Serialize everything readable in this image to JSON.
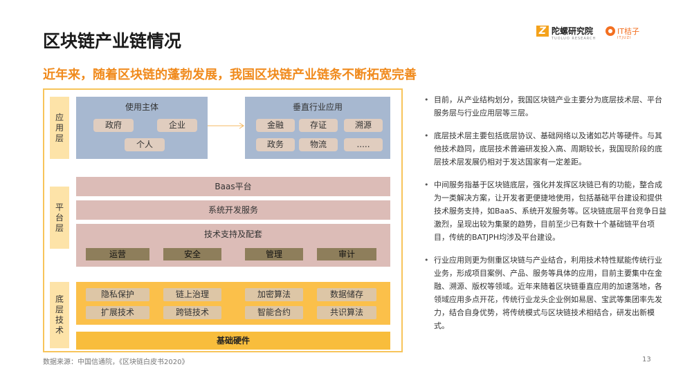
{
  "header": {
    "title": "区块链产业链情况",
    "subtitle": "近年来，随着区块链的蓬勃发展，我国区块链产业链条不断拓宽完善",
    "logo_tuoluo": "陀螺研究院",
    "logo_tuoluo_sub": "TUOLUO RESEARCH",
    "logo_orange": "IT桔子",
    "logo_orange_sub": "ITJUZI"
  },
  "diagram": {
    "application_layer": {
      "label": "应用层",
      "users": {
        "title": "使用主体",
        "items": [
          "政府",
          "企业",
          "个人"
        ]
      },
      "industries": {
        "title": "垂直行业应用",
        "items": [
          "金融",
          "存证",
          "溯源",
          "政务",
          "物流",
          "....."
        ]
      }
    },
    "platform_layer": {
      "label": "平台层",
      "baas": "Baas平台",
      "dev_service": "系统开发服务",
      "tech_support": {
        "title": "技术支持及配套",
        "items": [
          "运营",
          "安全",
          "管理",
          "审计"
        ]
      }
    },
    "base_layer": {
      "label": "底层技术",
      "items": [
        "隐私保护",
        "链上治理",
        "加密算法",
        "数据储存",
        "扩展技术",
        "跨链技术",
        "智能合约",
        "共识算法"
      ],
      "hardware": "基础硬件"
    }
  },
  "bullets": [
    "目前，从产业结构划分，我国区块链产业主要分为底层技术层、平台服务层与行业应用层等三层。",
    "底层技术层主要包括底层协议、基础网络以及诸如芯片等硬件。与其他技术趋同，底层技术普遍研发投入高、周期较长，我国现阶段的底层技术层发展仍相对于发达国家有一定差距。",
    "中间服务指基于区块链底层，强化并发挥区块链已有的功能，整合成为一类解决方案，让开发者更便捷地使用，包括基础平台建设和提供技术服务支持，如BaaS、系统开发服务等。区块链底层平台竞争日益激烈，呈现出较为集聚的趋势，目前至少已有数十个基础链平台项目，传统的BATJPH均涉及平台建设。",
    "行业应用则更为侧重区块链与产业结合，利用技术特性赋能传统行业业务，形成项目案例、产品、服务等具体的应用，目前主要集中在金融、溯源、版权等领域。近年来随着区块链垂直应用的加速落地，各领域应用多点开花，传统行业龙头企业例如易居、宝武等集团率先发力，结合自身优势，将传统模式与区块链技术相结合，研发出新模式。"
  ],
  "footer": {
    "source": "数据来源：中国信通院，《区块链白皮书2020》",
    "page": "13"
  }
}
